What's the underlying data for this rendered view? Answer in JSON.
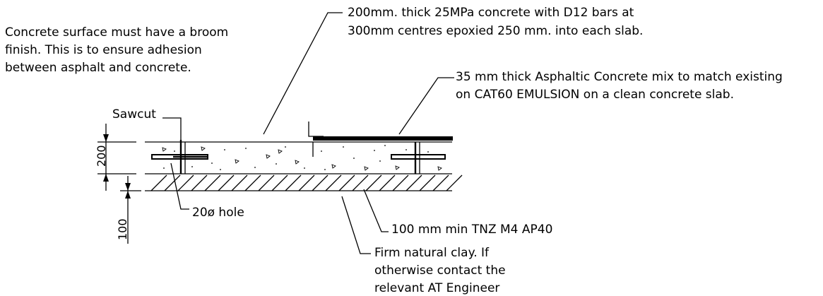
{
  "notes": {
    "concrete_spec_line1": "200mm. thick 25MPa concrete with D12 bars at",
    "concrete_spec_line2": "300mm centres epoxied 250 mm. into each slab.",
    "broom_finish_line1": "Concrete surface must have a broom",
    "broom_finish_line2": "finish. This is to ensure adhesion",
    "broom_finish_line3": "between asphalt and concrete.",
    "asphalt_line1": "35 mm thick Asphaltic Concrete mix to match existing",
    "asphalt_line2": "on CAT60 EMULSION on a clean concrete slab.",
    "sawcut": "Sawcut",
    "hole": "20ø hole",
    "basecourse": "100 mm min TNZ M4 AP40",
    "clay_line1": "Firm natural clay. If",
    "clay_line2": "otherwise contact the",
    "clay_line3": "relevant AT Engineer"
  },
  "dimensions": {
    "slab_thickness": "200",
    "basecourse_thickness": "100"
  }
}
